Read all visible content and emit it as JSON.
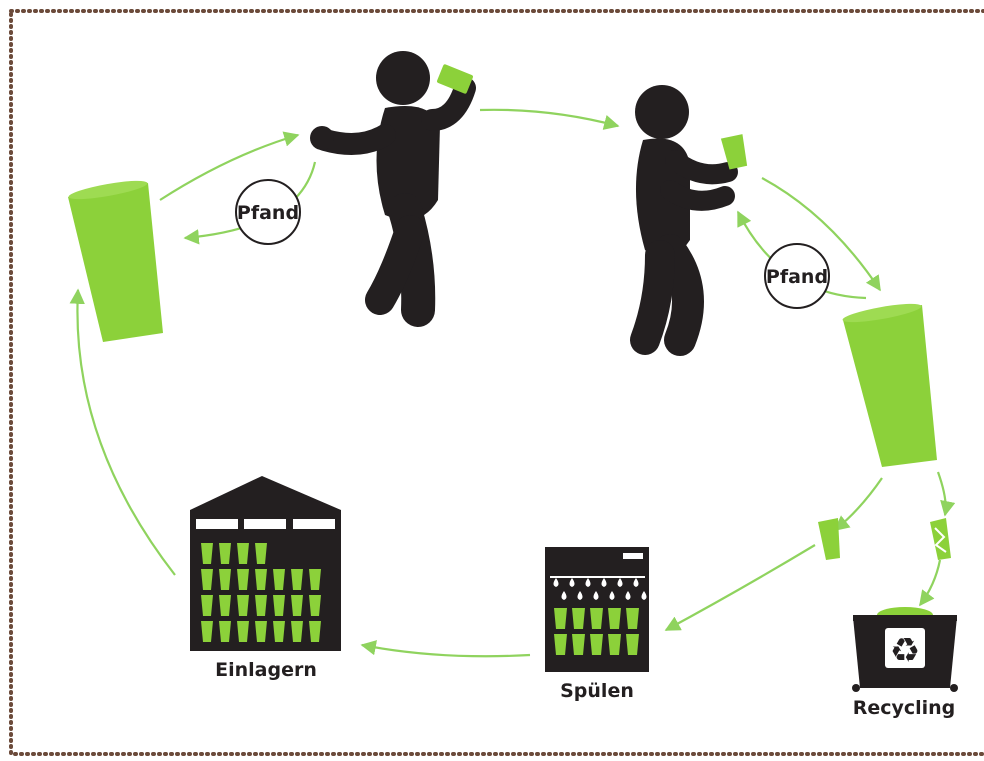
{
  "colors": {
    "green": "#8cd13a",
    "arrow_green": "#8fd35e",
    "figure": "#231f20",
    "border_dots": "#6b4a3a",
    "background": "#ffffff"
  },
  "labels": {
    "pfand_left": "Pfand",
    "pfand_right": "Pfand",
    "einlagern": "Einlagern",
    "spuelen": "Spülen",
    "recycling": "Recycling"
  },
  "icons": [
    "cup-icon",
    "drinking-person-icon",
    "holding-person-icon",
    "warehouse-icon",
    "dishwasher-icon",
    "recycling-bin-icon",
    "recycle-symbol-icon",
    "broken-cup-icon"
  ]
}
